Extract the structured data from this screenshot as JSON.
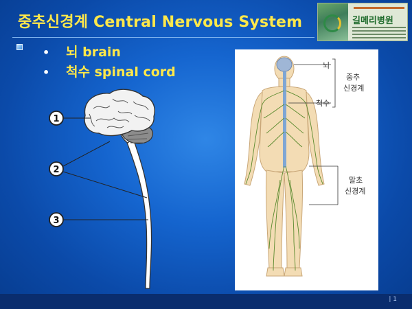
{
  "slide": {
    "title": "중추신경계 Central Nervous System",
    "bullets": [
      {
        "marker": "•",
        "text": "뇌 brain"
      },
      {
        "marker": "•",
        "text": "척수 spinal cord"
      }
    ],
    "page_number": "| 1"
  },
  "logo": {
    "name": "길메리병원"
  },
  "left_diagram": {
    "callouts": [
      "1",
      "2",
      "3"
    ]
  },
  "right_diagram": {
    "labels": {
      "brain": "뇌",
      "spinal_cord": "척수",
      "cns_line1": "중추",
      "cns_line2": "신경계",
      "pns_line1": "말초",
      "pns_line2": "신경계"
    }
  },
  "colors": {
    "title": "#ffe84a",
    "background": "#1565cf",
    "footer": "#0a2d6e"
  }
}
